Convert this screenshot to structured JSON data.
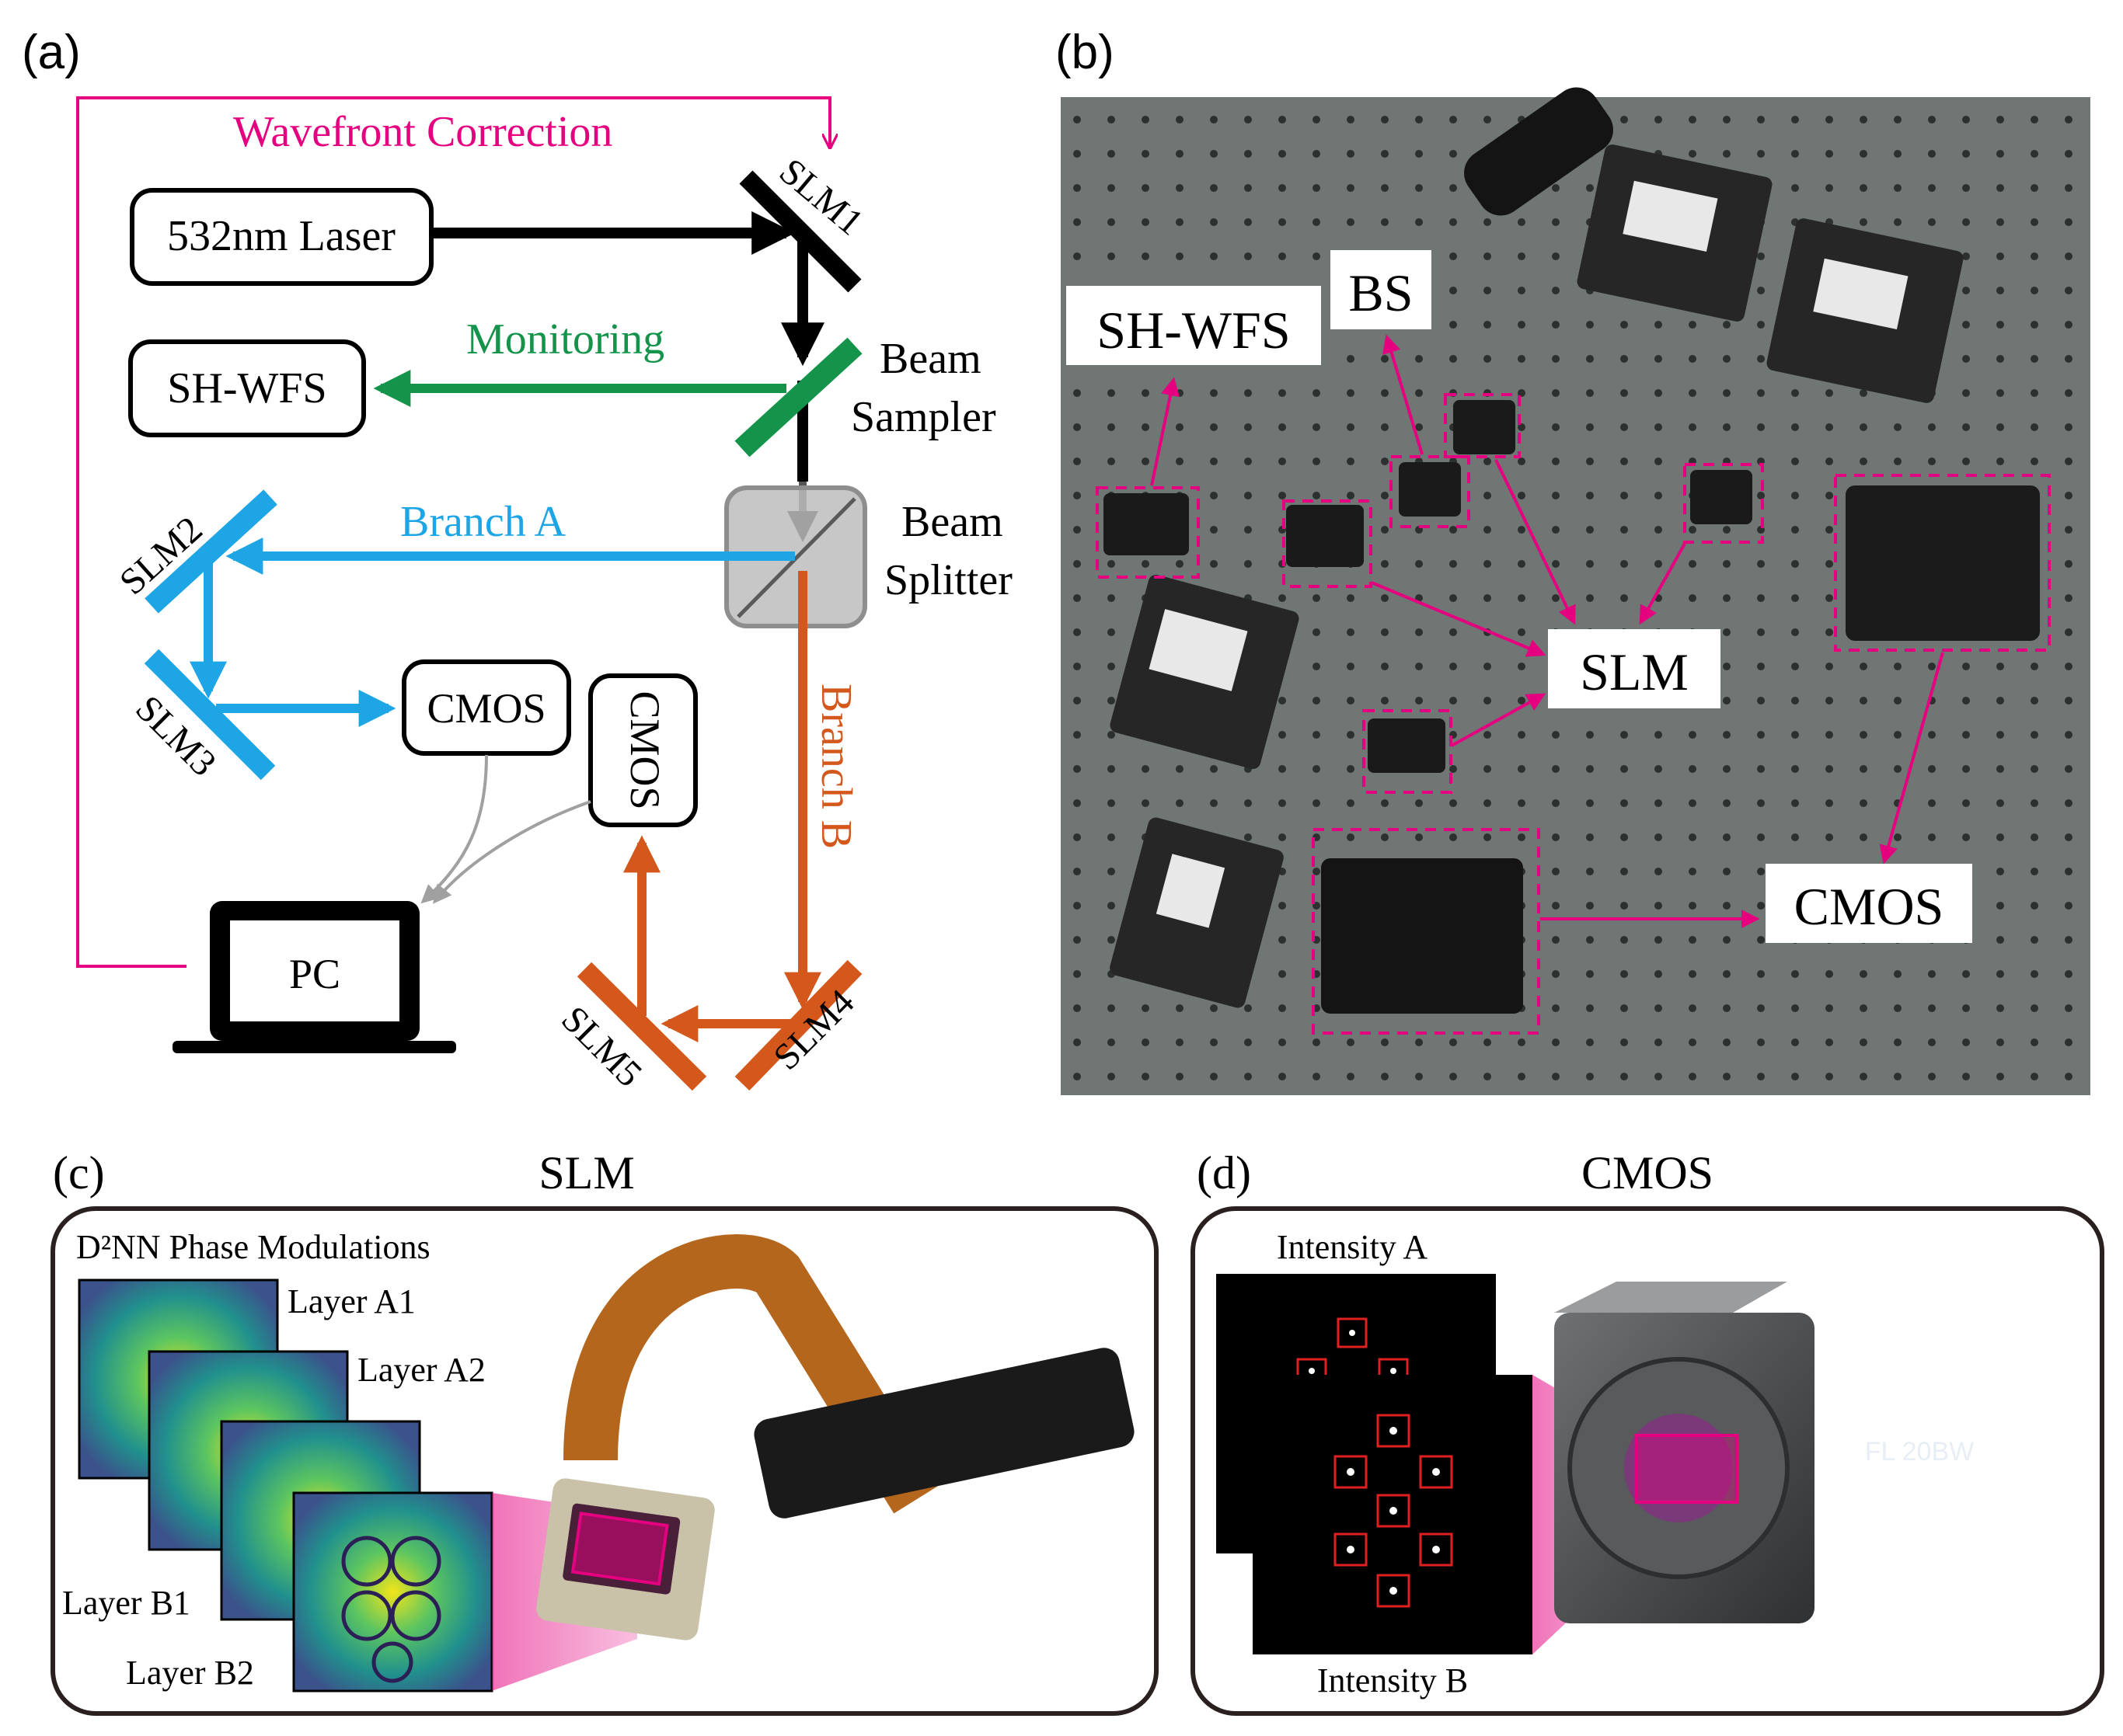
{
  "panels": {
    "a": {
      "label": "(a)",
      "laser": "532nm Laser",
      "shwfs": "SH-WFS",
      "cmos_a": "CMOS",
      "cmos_b": "CMOS",
      "pc": "PC",
      "wavefront": "Wavefront Correction",
      "monitoring": "Monitoring",
      "branch_a": "Branch A",
      "branch_b": "Branch B",
      "beam_sampler_1": "Beam",
      "beam_sampler_2": "Sampler",
      "beam_splitter_1": "Beam",
      "beam_splitter_2": "Splitter",
      "slm1": "SLM1",
      "slm2": "SLM2",
      "slm3": "SLM3",
      "slm4": "SLM4",
      "slm5": "SLM5"
    },
    "b": {
      "label": "(b)",
      "shwfs": "SH-WFS",
      "bs": "BS",
      "slm": "SLM",
      "cmos": "CMOS"
    },
    "c": {
      "label": "(c)",
      "title": "SLM",
      "subtitle": "D²NN Phase Modulations",
      "layer_a1": "Layer A1",
      "layer_a2": "Layer A2",
      "layer_b1": "Layer B1",
      "layer_b2": "Layer B2"
    },
    "d": {
      "label": "(d)",
      "title": "CMOS",
      "intensity_a": "Intensity A",
      "intensity_b": "Intensity B",
      "camera_brand": "FL 20BW"
    }
  },
  "colors": {
    "magenta": "#e4007f",
    "green": "#13944a",
    "blue": "#1ea5e6",
    "orange": "#d4581b",
    "black": "#000000"
  }
}
